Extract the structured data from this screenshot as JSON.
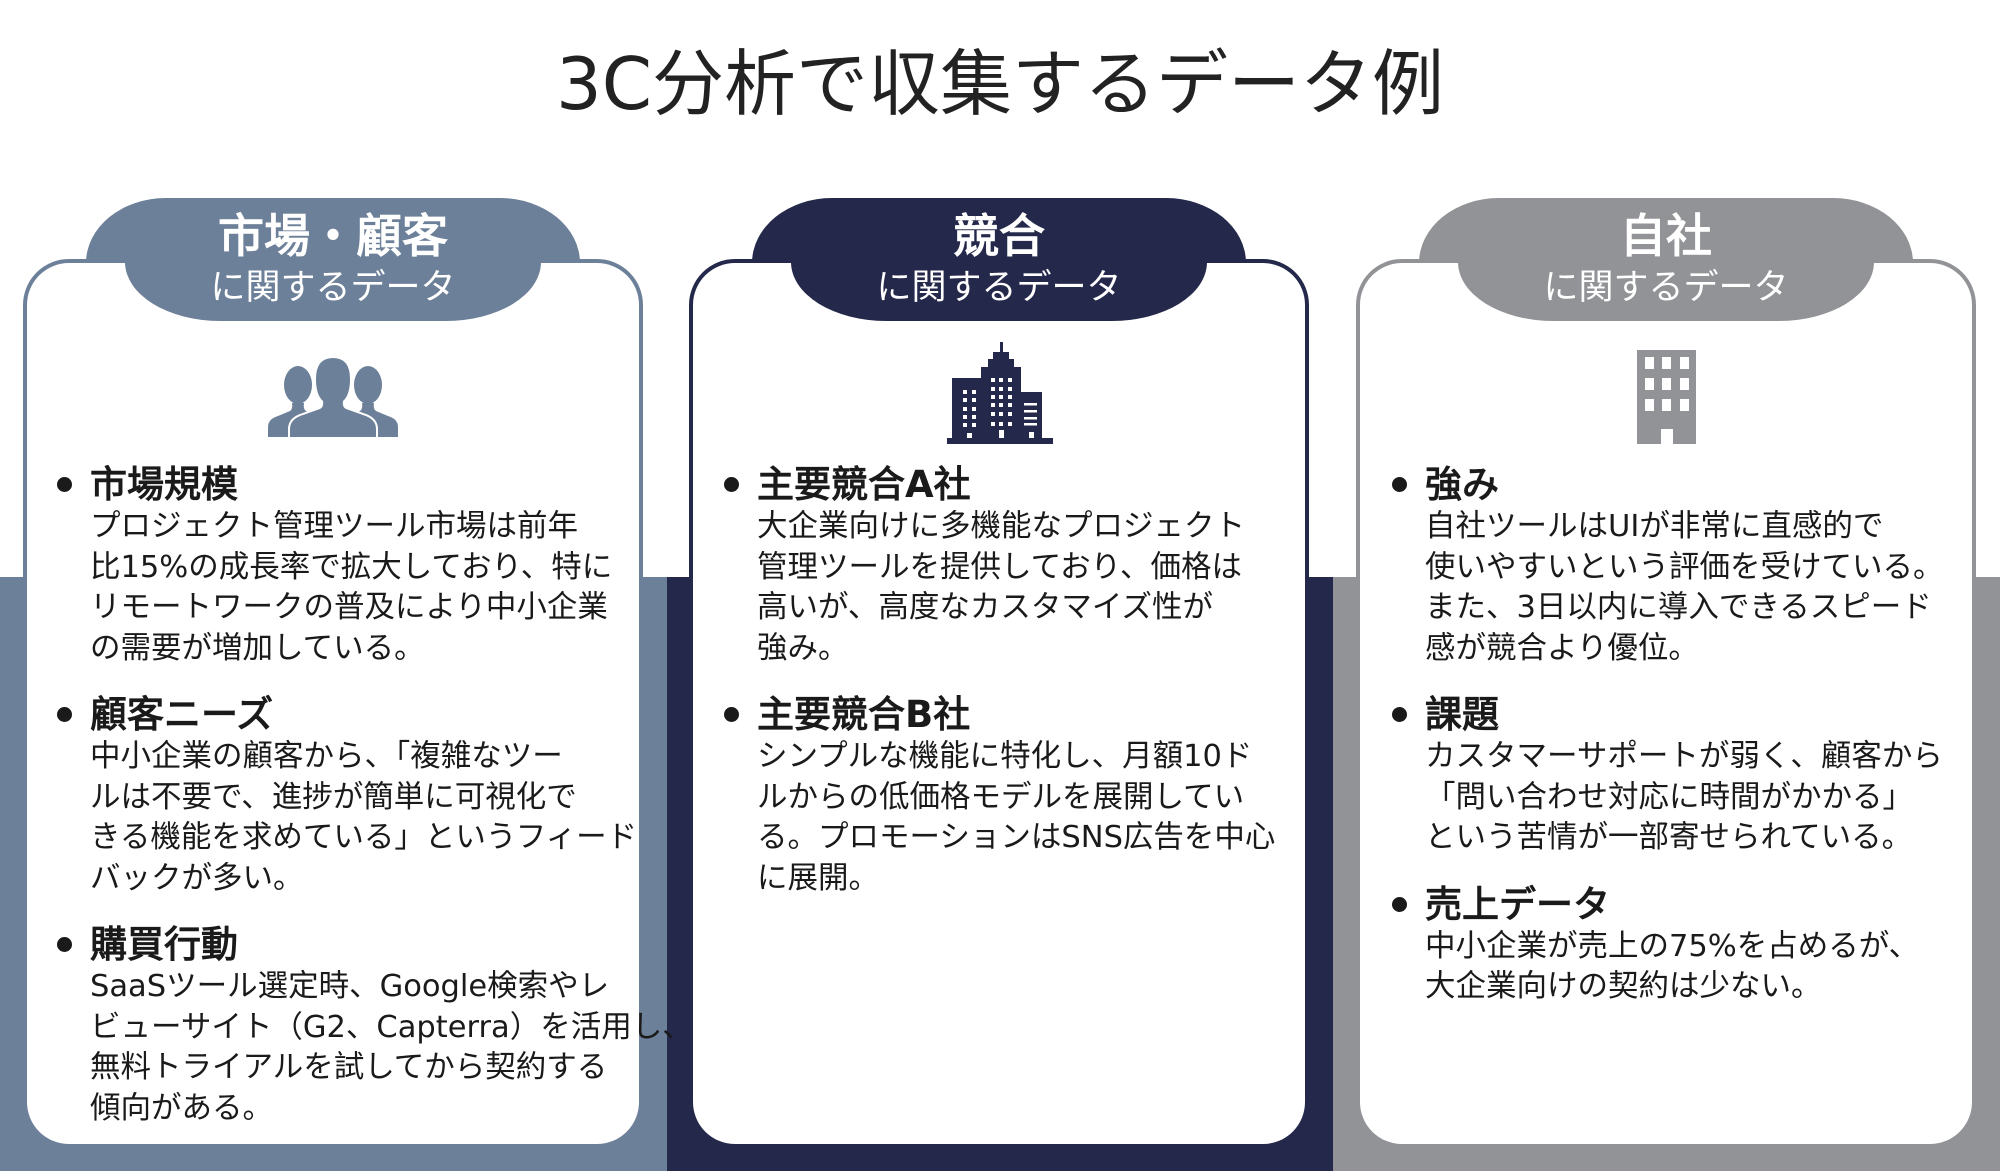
{
  "title": "3C分析で収集するデータ例",
  "theme": {
    "customer": "#6d8099",
    "competitor": "#24284a",
    "company": "#929397",
    "text": "#1a1a1a",
    "title": "#222222"
  },
  "columns": [
    {
      "tab_title": "市場・顧客",
      "tab_subtitle": "に関するデータ",
      "icon": "people-group-icon",
      "items": [
        {
          "heading": "市場規模",
          "lines": [
            "プロジェクト管理ツール市場は前年",
            "比15%の成長率で拡大しており、特に",
            "リモートワークの普及により中小企業",
            "の需要が増加している。"
          ]
        },
        {
          "heading": "顧客ニーズ",
          "lines": [
            "中小企業の顧客から、「複雑なツー",
            "ルは不要で、進捗が簡単に可視化で",
            "きる機能を求めている」というフィード",
            "バックが多い。"
          ]
        },
        {
          "heading": "購買行動",
          "lines": [
            "SaaSツール選定時、Google検索やレ",
            "ビューサイト（G2、Capterra）を活用し、",
            "無料トライアルを試してから契約する",
            "傾向がある。"
          ]
        }
      ]
    },
    {
      "tab_title": "競合",
      "tab_subtitle": "に関するデータ",
      "icon": "skyscraper-icon",
      "items": [
        {
          "heading": "主要競合A社",
          "lines": [
            "大企業向けに多機能なプロジェクト",
            "管理ツールを提供しており、価格は",
            "高いが、高度なカスタマイズ性が",
            "強み。"
          ]
        },
        {
          "heading": "主要競合B社",
          "lines": [
            "シンプルな機能に特化し、月額10ド",
            "ルからの低価格モデルを展開してい",
            "る。プロモーションはSNS広告を中心",
            "に展開。"
          ]
        }
      ]
    },
    {
      "tab_title": "自社",
      "tab_subtitle": "に関するデータ",
      "icon": "office-building-icon",
      "items": [
        {
          "heading": "強み",
          "lines": [
            "自社ツールはUIが非常に直感的で",
            "使いやすいという評価を受けている。",
            "また、3日以内に導入できるスピード",
            "感が競合より優位。"
          ]
        },
        {
          "heading": "課題",
          "lines": [
            "カスタマーサポートが弱く、顧客から",
            "「問い合わせ対応に時間がかかる」",
            "という苦情が一部寄せられている。"
          ]
        },
        {
          "heading": "売上データ",
          "lines": [
            "中小企業が売上の75%を占めるが、",
            "大企業向けの契約は少ない。"
          ]
        }
      ]
    }
  ]
}
